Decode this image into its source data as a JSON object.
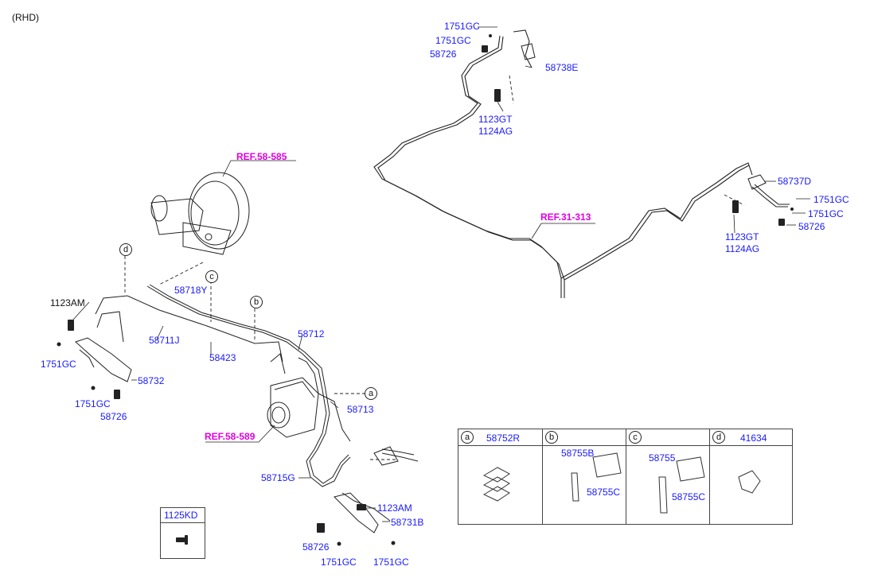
{
  "corner_note": "(RHD)",
  "refs": {
    "ref_585": "REF.58-585",
    "ref_589": "REF.58-589",
    "ref_313": "REF.31-313"
  },
  "callouts": {
    "a": "a",
    "b": "b",
    "c": "c",
    "d": "d"
  },
  "labels": {
    "l_1751gc_top1": "1751GC",
    "l_1751gc_top2": "1751GC",
    "l_58726_top": "58726",
    "l_58738e": "58738E",
    "l_1123gt_top": "1123GT",
    "l_1124ag_top": "1124AG",
    "l_58737d": "58737D",
    "l_1751gc_r1": "1751GC",
    "l_1751gc_r2": "1751GC",
    "l_58726_r": "58726",
    "l_1123gt_r": "1123GT",
    "l_1124ag_r": "1124AG",
    "l_58718y": "58718Y",
    "l_1123am_left": "1123AM",
    "l_58711j": "58711J",
    "l_58423": "58423",
    "l_58712": "58712",
    "l_1751gc_left1": "1751GC",
    "l_58732": "58732",
    "l_1751gc_left2": "1751GC",
    "l_58726_left": "58726",
    "l_58713": "58713",
    "l_58715g": "58715G",
    "l_1123am_bot": "1123AM",
    "l_58731b": "58731B",
    "l_58726_bot": "58726",
    "l_1751gc_bot1": "1751GC",
    "l_1751gc_bot2": "1751GC"
  },
  "legend": {
    "col_a": {
      "letter": "a",
      "part": "58752R"
    },
    "col_b": {
      "letter": "b",
      "part": "",
      "sub1": "58755B",
      "sub2": "58755C"
    },
    "col_c": {
      "letter": "c",
      "part": "",
      "sub1": "58755",
      "sub2": "58755C"
    },
    "col_d": {
      "letter": "d",
      "part": "41634"
    }
  },
  "box_1125": {
    "title": "1125KD"
  }
}
